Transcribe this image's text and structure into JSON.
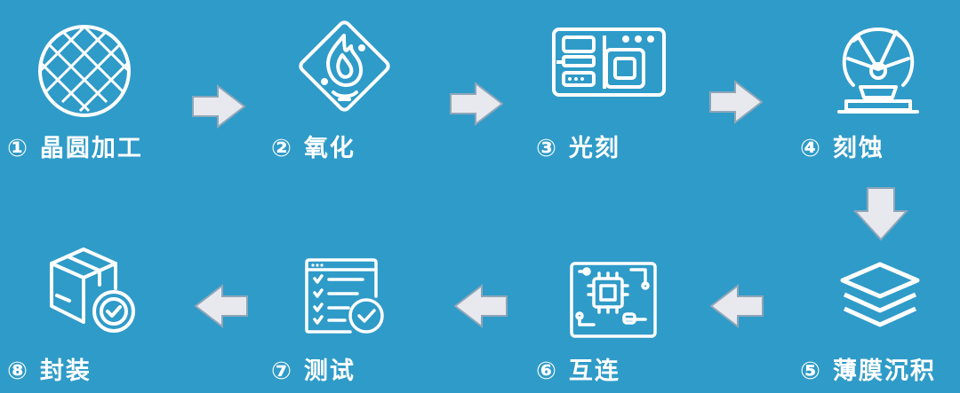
{
  "colors": {
    "background": "#2f9bc8",
    "icon": "#ffffff",
    "arrow": "#e7e9ee"
  },
  "steps": [
    {
      "num": "①",
      "label": "晶圆加工",
      "icon": "wafer-icon"
    },
    {
      "num": "②",
      "label": "氧化",
      "icon": "flame-icon"
    },
    {
      "num": "③",
      "label": "光刻",
      "icon": "lithography-board-icon"
    },
    {
      "num": "④",
      "label": "刻蚀",
      "icon": "plasma-ball-icon"
    },
    {
      "num": "⑤",
      "label": "薄膜沉积",
      "icon": "layers-icon"
    },
    {
      "num": "⑥",
      "label": "互连",
      "icon": "chip-circuit-icon"
    },
    {
      "num": "⑦",
      "label": "测试",
      "icon": "checklist-icon"
    },
    {
      "num": "⑧",
      "label": "封装",
      "icon": "package-box-icon"
    }
  ]
}
